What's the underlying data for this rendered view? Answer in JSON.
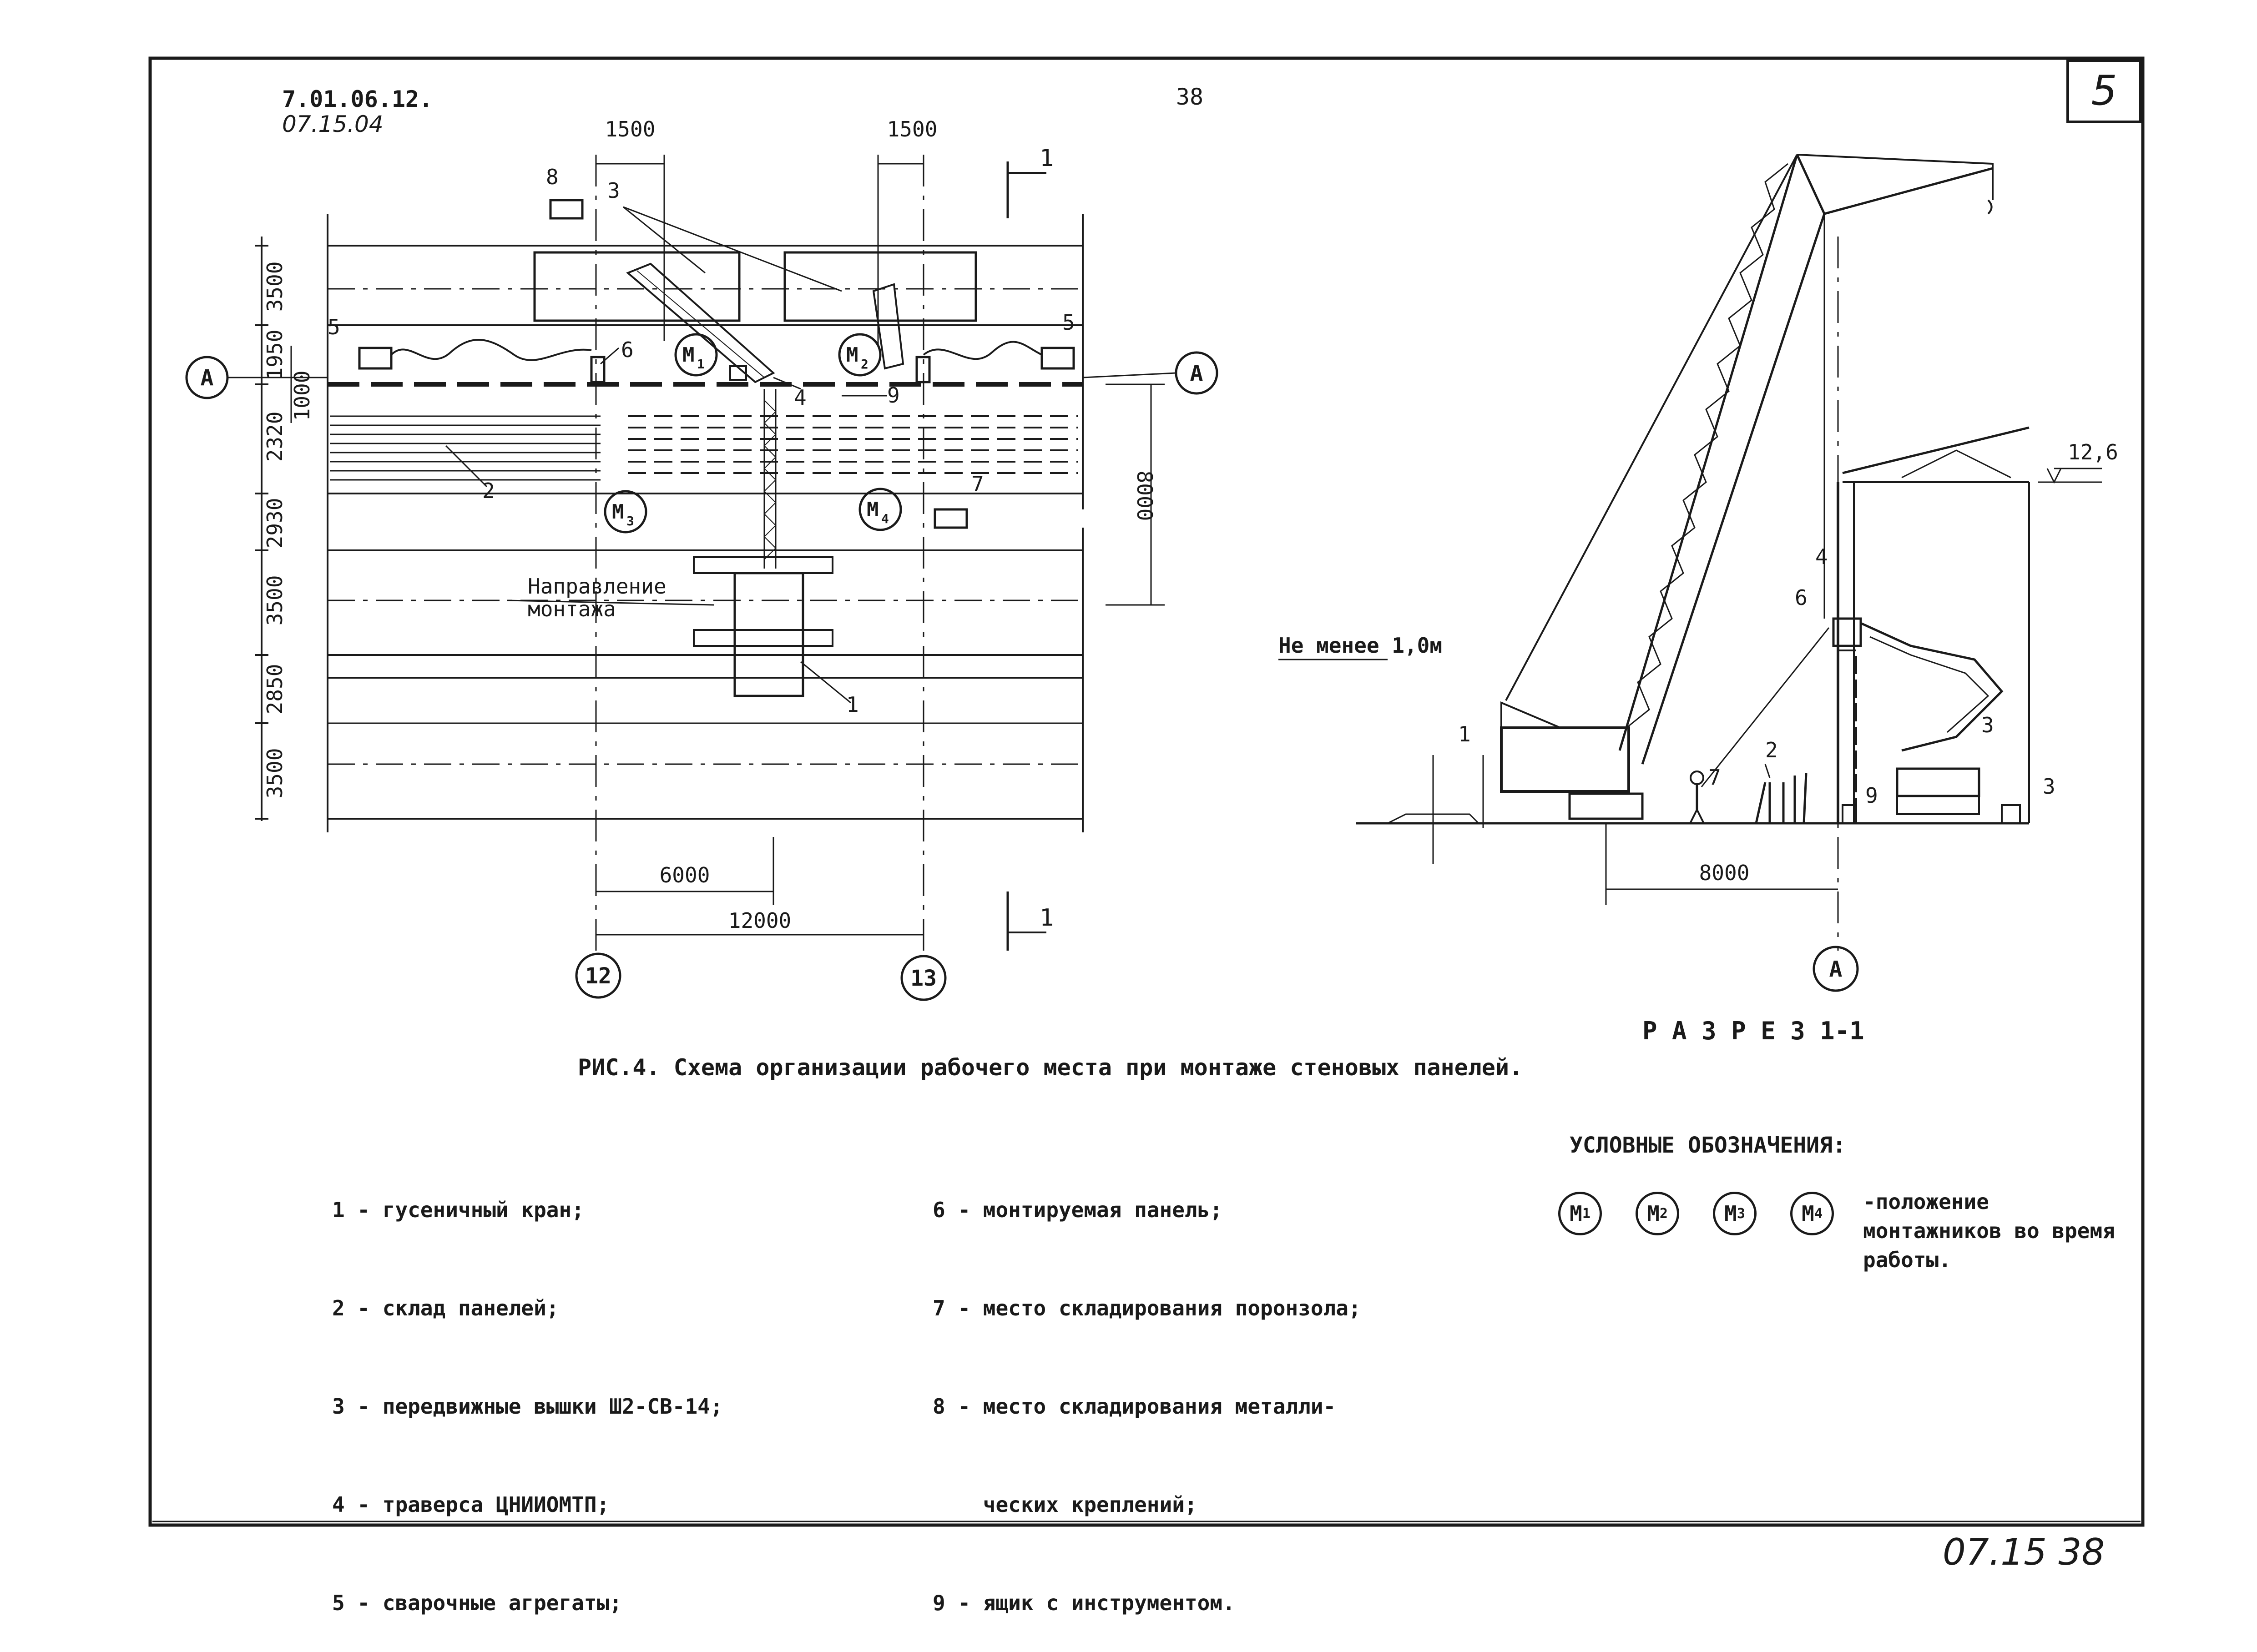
{
  "sheet": {
    "doc_code": "7.01.06.12.",
    "doc_code_hand": "07.15.04",
    "page_number": "38",
    "sheet_number": "5",
    "footer_hand": "07.15 38"
  },
  "plan": {
    "top_dims": [
      "1500",
      "1500"
    ],
    "left_dims": [
      "3500",
      "1950",
      "1000",
      "2320",
      "2930",
      "3500",
      "2850",
      "3500"
    ],
    "right_dim": "8000",
    "bottom_dims": [
      "6000",
      "12000"
    ],
    "axis_a_left": "A",
    "axis_a_right": "A",
    "axis_12": "12",
    "axis_13": "13",
    "section_mark": "1",
    "direction_label_1": "Направление",
    "direction_label_2": "монтажа",
    "workers": [
      {
        "id": "M1",
        "base": "M",
        "sub": "1"
      },
      {
        "id": "M2",
        "base": "M",
        "sub": "2"
      },
      {
        "id": "M3",
        "base": "M",
        "sub": "3"
      },
      {
        "id": "M4",
        "base": "M",
        "sub": "4"
      }
    ],
    "item_tags": [
      "1",
      "2",
      "3",
      "4",
      "5",
      "5",
      "6",
      "7",
      "8",
      "9"
    ]
  },
  "section": {
    "level_mark": "12,6",
    "clearance_label": "Не менее 1,0м",
    "dim_8000": "8000",
    "axis_a": "A",
    "title": "Р А З Р Е З  1-1",
    "item_tags": [
      "1",
      "2",
      "3",
      "4",
      "6",
      "7",
      "9",
      "3"
    ]
  },
  "caption": "РИС.4.  Схема организации рабочего места при монтаже стеновых панелей.",
  "legend_left": [
    "1 - гусеничный кран;",
    "2 - склад панелей;",
    "3 - передвижные вышки Ш2-СВ-14;",
    "4 - траверса ЦНИИОМТП;",
    "5 - сварочные агрегаты;"
  ],
  "legend_right": [
    "6 - монтируемая панель;",
    "7 - место складирования поронзола;",
    "8 - место складирования металли-",
    "    ческих креплений;",
    "9 - ящик с инструментом."
  ],
  "conventions": {
    "title": "УСЛОВНЫЕ ОБОЗНАЧЕНИЯ:",
    "symbols": [
      {
        "base": "M",
        "sub": "1"
      },
      {
        "base": "M",
        "sub": "2"
      },
      {
        "base": "M",
        "sub": "3"
      },
      {
        "base": "M",
        "sub": "4"
      }
    ],
    "description": "-положение монтажников во время работы."
  }
}
